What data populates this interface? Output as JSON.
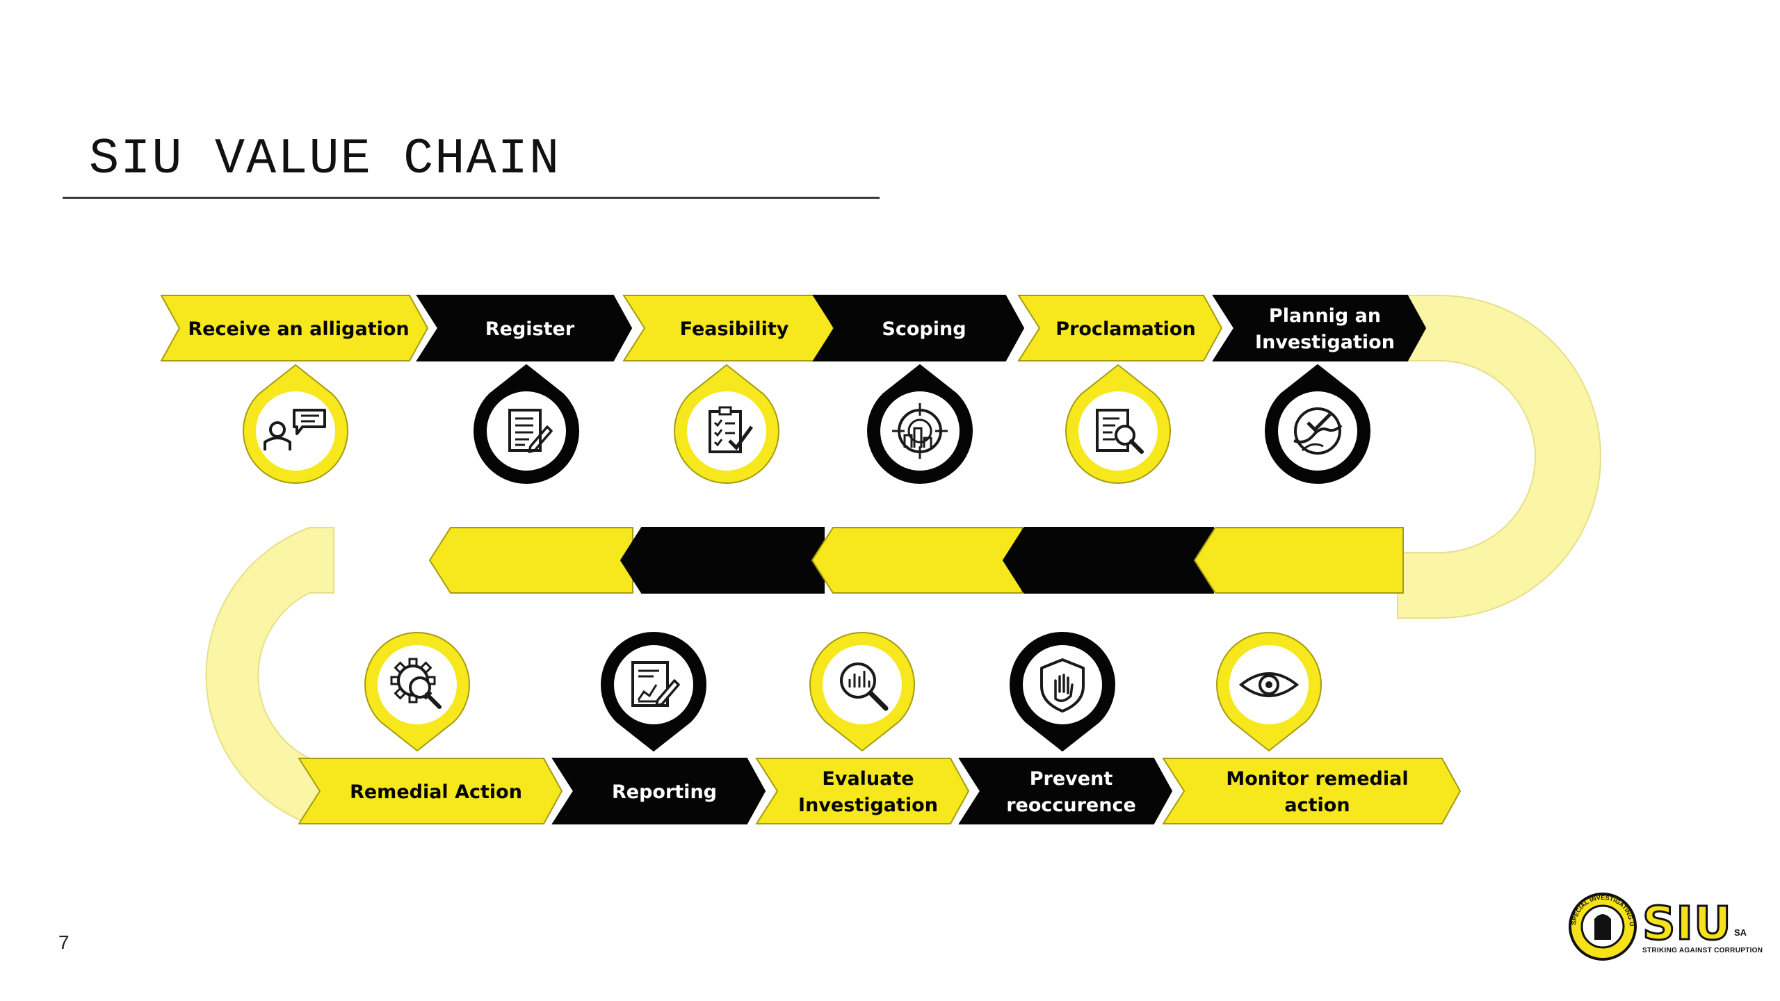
{
  "slide": {
    "title": "SIU VALUE CHAIN",
    "page_number": "7"
  },
  "colors": {
    "yellow": "#f6e81c",
    "yellow_outline": "#a59c10",
    "black": "#050505",
    "light_yellow": "#fbf5a6",
    "white": "#ffffff"
  },
  "top_row": [
    {
      "lines": [
        "Receive an alligation"
      ],
      "style": "yellow",
      "icon": "person-speech-icon"
    },
    {
      "lines": [
        "Register"
      ],
      "style": "black",
      "icon": "register-document-icon"
    },
    {
      "lines": [
        "Feasibility"
      ],
      "style": "yellow",
      "icon": "clipboard-check-icon"
    },
    {
      "lines": [
        "Scoping"
      ],
      "style": "black",
      "icon": "target-chart-icon"
    },
    {
      "lines": [
        "Proclamation"
      ],
      "style": "yellow",
      "icon": "document-search-icon"
    },
    {
      "lines": [
        "Plannig an",
        "Investigation"
      ],
      "style": "black",
      "icon": "planning-handshake-icon"
    }
  ],
  "middle_row": [
    {
      "style": "yellow"
    },
    {
      "style": "black"
    },
    {
      "style": "yellow"
    },
    {
      "style": "black"
    },
    {
      "style": "yellow"
    }
  ],
  "bottom_row": [
    {
      "lines": [
        "Remedial Action"
      ],
      "style": "yellow",
      "icon": "gear-search-icon"
    },
    {
      "lines": [
        "Reporting"
      ],
      "style": "black",
      "icon": "report-chart-icon"
    },
    {
      "lines": [
        "Evaluate",
        "Investigation"
      ],
      "style": "yellow",
      "icon": "magnify-chart-icon"
    },
    {
      "lines": [
        "Prevent",
        "reoccurence"
      ],
      "style": "black",
      "icon": "shield-hand-icon"
    },
    {
      "lines": [
        "Monitor remedial",
        "action"
      ],
      "style": "yellow",
      "icon": "eye-icon"
    }
  ],
  "logo": {
    "text": "SIU",
    "suffix": "SA",
    "tagline": "STRIKING AGAINST CORRUPTION",
    "seal_text": "SPECIAL INVESTIGATING UNIT · SOUTH AFRICA"
  }
}
